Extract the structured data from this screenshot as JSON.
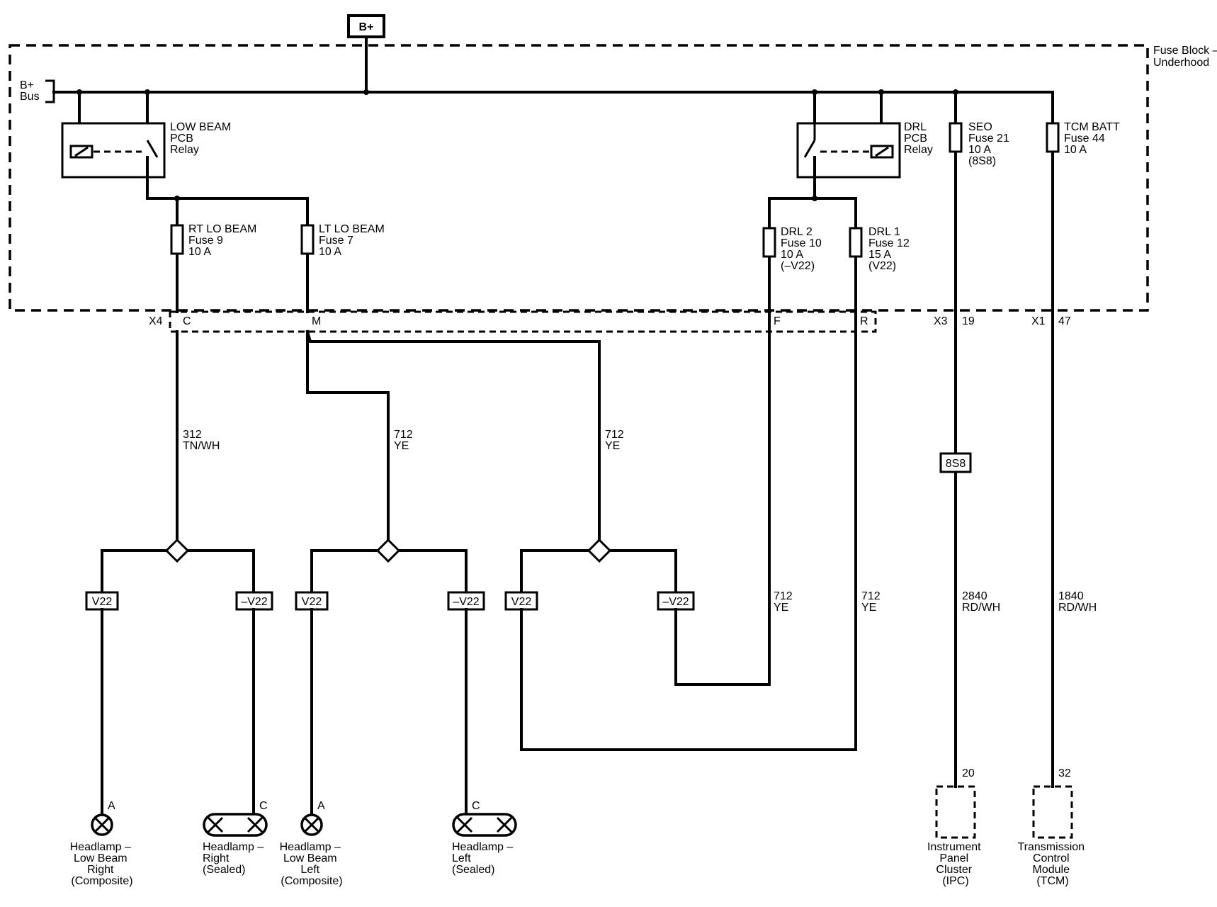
{
  "power": {
    "source": "B+",
    "bus": [
      "B+",
      "Bus"
    ]
  },
  "fuse_block": {
    "title": [
      "Fuse Block –",
      "Underhood"
    ]
  },
  "relays": {
    "low_beam": [
      "LOW BEAM",
      "PCB",
      "Relay"
    ],
    "drl": [
      "DRL",
      "PCB",
      "Relay"
    ]
  },
  "fuses": {
    "rt_lo_beam": [
      "RT LO BEAM",
      "Fuse 9",
      "10 A"
    ],
    "lt_lo_beam": [
      "LT LO BEAM",
      "Fuse 7",
      "10 A"
    ],
    "drl2": [
      "DRL 2",
      "Fuse 10",
      "10 A",
      "(–V22)"
    ],
    "drl1": [
      "DRL 1",
      "Fuse 12",
      "15 A",
      "(V22)"
    ],
    "seo": [
      "SEO",
      "Fuse 21",
      "10 A",
      "(8S8)"
    ],
    "tcm_batt": [
      "TCM BATT",
      "Fuse 44",
      "10 A"
    ]
  },
  "connectors": {
    "x4": {
      "name": "X4",
      "pins": [
        "C",
        "M",
        "F",
        "R"
      ]
    },
    "x3": {
      "name": "X3",
      "pin": "19"
    },
    "x1": {
      "name": "X1",
      "pin": "47"
    }
  },
  "wires": {
    "w312": [
      "312",
      "TN/WH"
    ],
    "w712_a": [
      "712",
      "YE"
    ],
    "w712_b": [
      "712",
      "YE"
    ],
    "w712_c": [
      "712",
      "YE"
    ],
    "w712_d": [
      "712",
      "YE"
    ],
    "w2840": [
      "2840",
      "RD/WH"
    ],
    "w1840": [
      "1840",
      "RD/WH"
    ]
  },
  "options": {
    "v22": "V22",
    "nv22": "–V22",
    "s8s8": "8S8"
  },
  "loads": {
    "hl_lb_right": {
      "pin": "A",
      "label": [
        "Headlamp –",
        "Low Beam",
        "Right",
        "(Composite)"
      ]
    },
    "hl_right": {
      "pin": "C",
      "label": [
        "Headlamp –",
        "Right",
        "(Sealed)"
      ]
    },
    "hl_lb_left": {
      "pin": "A",
      "label": [
        "Headlamp –",
        "Low Beam",
        "Left",
        "(Composite)"
      ]
    },
    "hl_left": {
      "pin": "C",
      "label": [
        "Headlamp –",
        "Left",
        "(Sealed)"
      ]
    },
    "ipc": {
      "pin": "20",
      "label": [
        "Instrument",
        "Panel",
        "Cluster",
        "(IPC)"
      ]
    },
    "tcm": {
      "pin": "32",
      "label": [
        "Transmission",
        "Control",
        "Module",
        "(TCM)"
      ]
    }
  }
}
